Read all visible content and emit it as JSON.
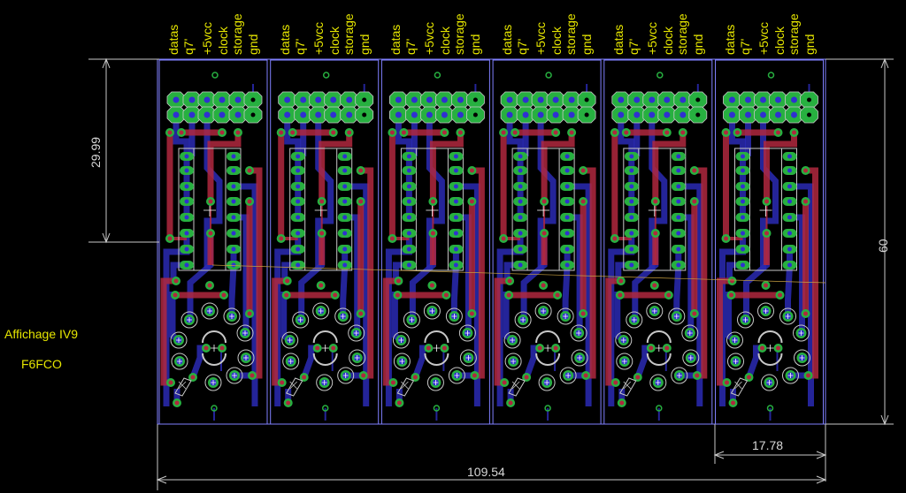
{
  "board": {
    "module_count": 6,
    "signal_labels": [
      "datas",
      "q7'",
      "+5vcc",
      "clock",
      "storage",
      "gnd"
    ]
  },
  "dimensions": {
    "module_height": "29.99",
    "board_height": "60",
    "module_width": "17.78",
    "board_width": "109.54"
  },
  "notes": {
    "title": "Affichage IV9",
    "author": "F6FCO"
  },
  "colors": {
    "top_copper": "#b0283e",
    "bottom_copper": "#2a2ab4",
    "pad": "#27b040",
    "drill": "#3030d0",
    "label": "#e6e600",
    "outline": "#c8c8c8",
    "board_edge": "#8080ff"
  }
}
